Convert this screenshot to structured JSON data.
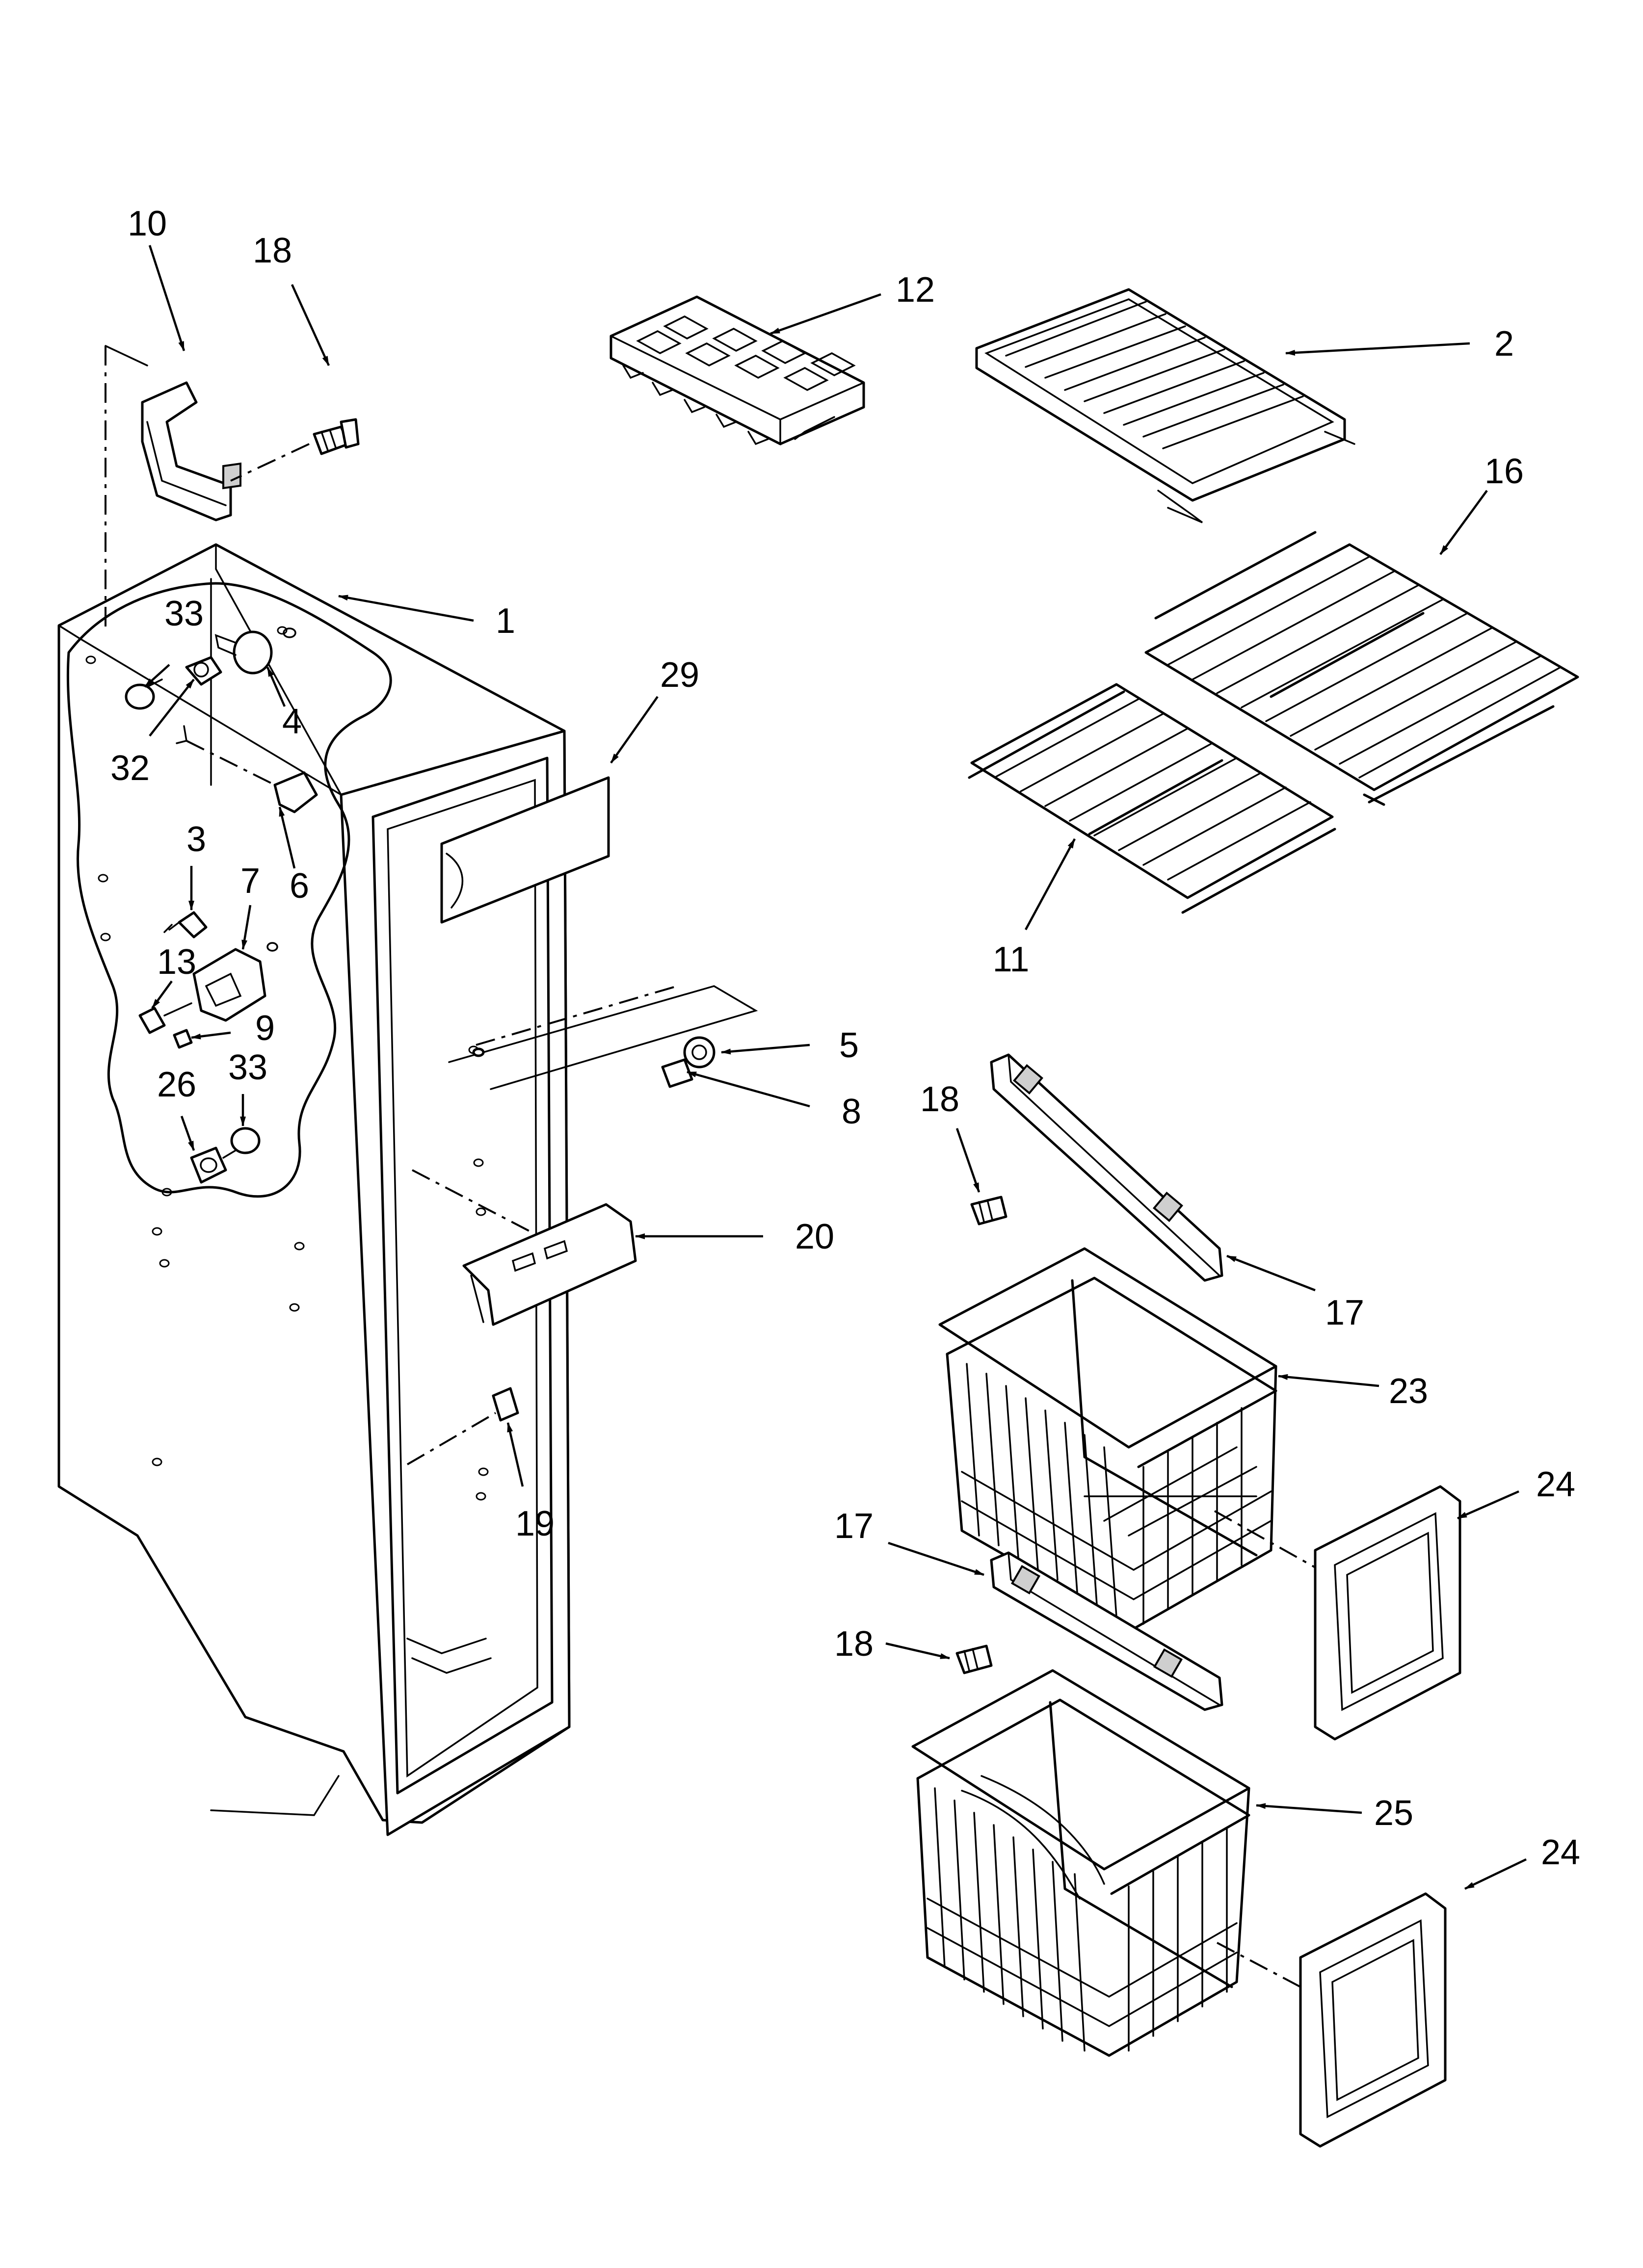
{
  "callouts": [
    {
      "id": "c10a",
      "label": "10"
    },
    {
      "id": "c18a",
      "label": "18"
    },
    {
      "id": "c1",
      "label": "1"
    },
    {
      "id": "c33a",
      "label": "33"
    },
    {
      "id": "c4",
      "label": "4"
    },
    {
      "id": "c32",
      "label": "32"
    },
    {
      "id": "c6",
      "label": "6"
    },
    {
      "id": "c3",
      "label": "3"
    },
    {
      "id": "c7",
      "label": "7"
    },
    {
      "id": "c13",
      "label": "13"
    },
    {
      "id": "c9",
      "label": "9"
    },
    {
      "id": "c26",
      "label": "26"
    },
    {
      "id": "c33b",
      "label": "33"
    },
    {
      "id": "c29",
      "label": "29"
    },
    {
      "id": "c5",
      "label": "5"
    },
    {
      "id": "c8",
      "label": "8"
    },
    {
      "id": "c20",
      "label": "20"
    },
    {
      "id": "c19",
      "label": "19"
    },
    {
      "id": "c12",
      "label": "12"
    },
    {
      "id": "c2",
      "label": "2"
    },
    {
      "id": "c16",
      "label": "16"
    },
    {
      "id": "c11",
      "label": "11"
    },
    {
      "id": "c18b",
      "label": "18"
    },
    {
      "id": "c17a",
      "label": "17"
    },
    {
      "id": "c23",
      "label": "23"
    },
    {
      "id": "c24a",
      "label": "24"
    },
    {
      "id": "c17b",
      "label": "17"
    },
    {
      "id": "c18c",
      "label": "18"
    },
    {
      "id": "c25",
      "label": "25"
    },
    {
      "id": "c24b",
      "label": "24"
    }
  ]
}
